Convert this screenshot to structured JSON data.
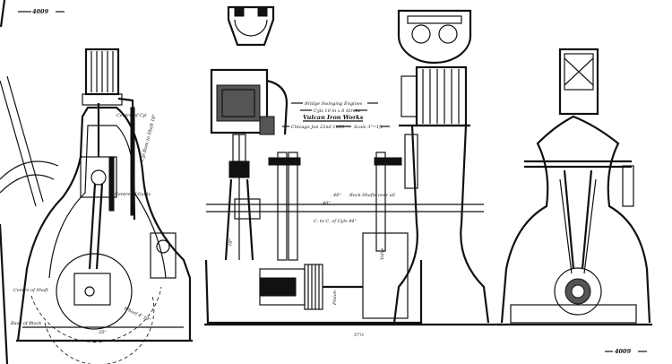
{
  "drawing": {
    "number_top": "4009",
    "number_bottom": "4009",
    "title_block": {
      "line1": "Bridge Swinging Engines",
      "line2": "Cyls 10 in x 8 Stroke",
      "line3": "Vulcan Iron Works",
      "line4": "Chicago Jan 22nd 1890",
      "line5": "Scale 3\"=1ft"
    },
    "labels": {
      "centre_of_cyl": "Centre of Cyl",
      "cyl_base_to_shaft": "Cyl Base to Shaft 18\"",
      "centre_of_guide": "Centre of Guide",
      "centre_of_shaft": "Centre of Shaft",
      "base_of_block": "Base of Block",
      "wheel_dia": "Wheel 4' 10\"",
      "base_width_left": "35\"",
      "rock_shafts_dim": "48\"",
      "rock_shafts_label": "Rock Shafts over all",
      "rock_shafts_inner": "40\"",
      "c_to_c_cyls": "C. to C. of Cyls 44\"",
      "base_width_center": "57½",
      "valve_label": "Valve",
      "pinion_label": "Pinion",
      "dim_18": "18\""
    },
    "colors": {
      "ink": "#111111",
      "paper": "#ffffff"
    }
  }
}
